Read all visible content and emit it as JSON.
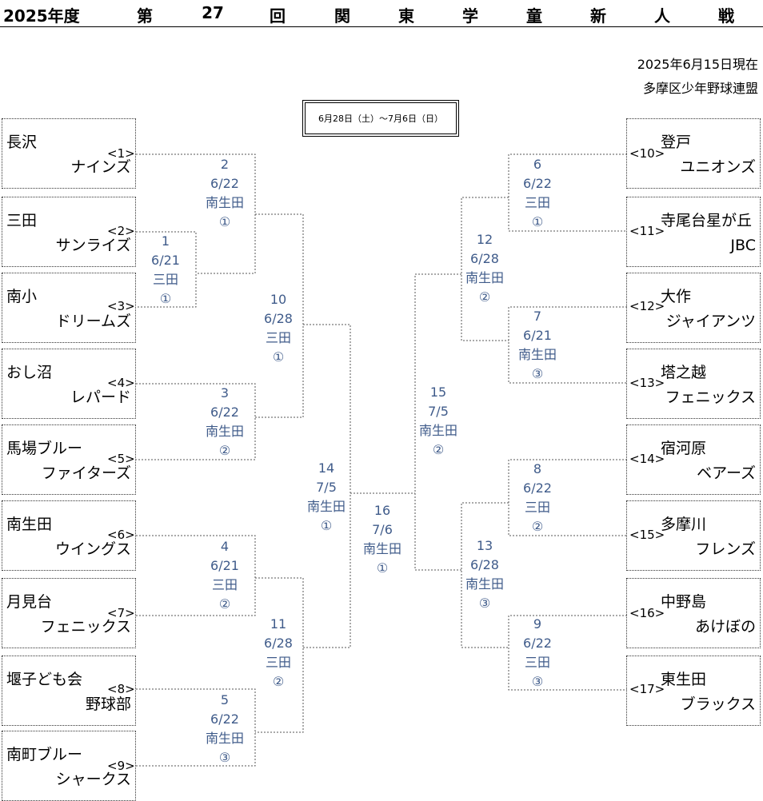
{
  "header": {
    "year": "2025年度",
    "title_chars": [
      "第",
      "27",
      "回",
      "関",
      "東",
      "学",
      "童",
      "新",
      "人",
      "戦"
    ],
    "as_of": "2025年6月15日現在",
    "league": "多摩区少年野球連盟",
    "period": "6月28日（土）～7月6日（日）"
  },
  "teams_left": [
    {
      "line1": "長沢",
      "line2": "ナインズ",
      "seed": "<1>"
    },
    {
      "line1": "三田",
      "line2": "サンライズ",
      "seed": "<2>"
    },
    {
      "line1": "南小",
      "line2": "ドリームズ",
      "seed": "<3>"
    },
    {
      "line1": "おし沼",
      "line2": "レパード",
      "seed": "<4>"
    },
    {
      "line1": "馬場ブルー",
      "line2": "ファイターズ",
      "seed": "<5>"
    },
    {
      "line1": "南生田",
      "line2": "ウイングス",
      "seed": "<6>"
    },
    {
      "line1": "月見台",
      "line2": "フェニックス",
      "seed": "<7>"
    },
    {
      "line1": "堰子ども会",
      "line2": "野球部",
      "seed": "<8>"
    },
    {
      "line1": "南町ブルー",
      "line2": "シャークス",
      "seed": "<9>"
    }
  ],
  "teams_right": [
    {
      "line1": "登戸",
      "line2": "ユニオンズ",
      "seed": "<10>"
    },
    {
      "line1": "寺尾台星が丘",
      "line2": "JBC",
      "seed": "<11>"
    },
    {
      "line1": "大作",
      "line2": "ジャイアンツ",
      "seed": "<12>"
    },
    {
      "line1": "塔之越",
      "line2": "フェニックス",
      "seed": "<13>"
    },
    {
      "line1": "宿河原",
      "line2": "ベアーズ",
      "seed": "<14>"
    },
    {
      "line1": "多摩川",
      "line2": "フレンズ",
      "seed": "<15>"
    },
    {
      "line1": "中野島",
      "line2": "あけぼの",
      "seed": "<16>"
    },
    {
      "line1": "東生田",
      "line2": "ブラックス",
      "seed": "<17>"
    }
  ],
  "matches": [
    {
      "no": "1",
      "date": "6/21",
      "venue": "三田",
      "field": "①"
    },
    {
      "no": "2",
      "date": "6/22",
      "venue": "南生田",
      "field": "①"
    },
    {
      "no": "3",
      "date": "6/22",
      "venue": "南生田",
      "field": "②"
    },
    {
      "no": "4",
      "date": "6/21",
      "venue": "三田",
      "field": "②"
    },
    {
      "no": "5",
      "date": "6/22",
      "venue": "南生田",
      "field": "③"
    },
    {
      "no": "6",
      "date": "6/22",
      "venue": "三田",
      "field": "①"
    },
    {
      "no": "7",
      "date": "6/21",
      "venue": "南生田",
      "field": "③"
    },
    {
      "no": "8",
      "date": "6/22",
      "venue": "三田",
      "field": "②"
    },
    {
      "no": "9",
      "date": "6/22",
      "venue": "三田",
      "field": "③"
    },
    {
      "no": "10",
      "date": "6/28",
      "venue": "三田",
      "field": "①"
    },
    {
      "no": "11",
      "date": "6/28",
      "venue": "三田",
      "field": "②"
    },
    {
      "no": "12",
      "date": "6/28",
      "venue": "南生田",
      "field": "②"
    },
    {
      "no": "13",
      "date": "6/28",
      "venue": "南生田",
      "field": "③"
    },
    {
      "no": "14",
      "date": "7/5",
      "venue": "南生田",
      "field": "①"
    },
    {
      "no": "15",
      "date": "7/5",
      "venue": "南生田",
      "field": "②"
    },
    {
      "no": "16",
      "date": "7/6",
      "venue": "南生田",
      "field": "①"
    }
  ]
}
